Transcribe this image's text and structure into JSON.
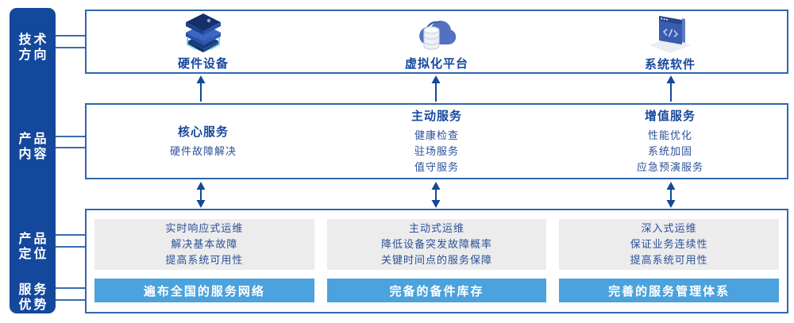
{
  "sidebar": {
    "items": [
      {
        "line1": "技术",
        "line2": "方向"
      },
      {
        "line1": "产品",
        "line2": "内容"
      },
      {
        "line1": "产品",
        "line2": "定位"
      },
      {
        "line1": "服务",
        "line2": "优势"
      }
    ]
  },
  "tech_row": {
    "items": [
      {
        "label": "硬件设备",
        "icon": "server-stack-icon"
      },
      {
        "label": "虚拟化平台",
        "icon": "cloud-database-icon"
      },
      {
        "label": "系统软件",
        "icon": "software-window-icon"
      }
    ]
  },
  "content_row": {
    "columns": [
      {
        "title": "核心服务",
        "items": [
          "硬件故障解决"
        ]
      },
      {
        "title": "主动服务",
        "items": [
          "健康检查",
          "驻场服务",
          "值守服务"
        ]
      },
      {
        "title": "增值服务",
        "items": [
          "性能优化",
          "系统加固",
          "应急预演服务"
        ]
      }
    ]
  },
  "position_row": {
    "columns": [
      {
        "lines": [
          "实时响应式运维",
          "解决基本故障",
          "提高系统可用性"
        ],
        "banner": "遍布全国的服务网络"
      },
      {
        "lines": [
          "主动式运维",
          "降低设备突发故障概率",
          "关键时间点的服务保障"
        ],
        "banner": "完备的备件库存"
      },
      {
        "lines": [
          "深入式运维",
          "保证业务连续性",
          "提高系统可用性"
        ],
        "banner": "完善的服务管理体系"
      }
    ]
  },
  "colors": {
    "navy": "#14489C",
    "box_border": "#2F66B1",
    "title_text": "#17489E",
    "body_text": "#2B5098",
    "panel_gray": "#ECECEC",
    "banner_blue": "#4BA2DC"
  }
}
